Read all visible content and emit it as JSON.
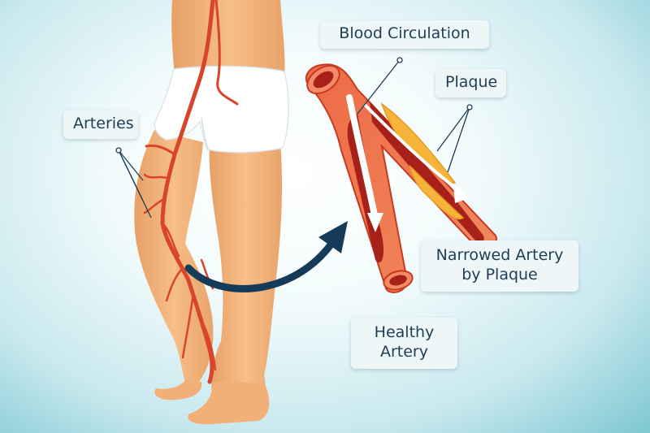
{
  "labels": {
    "blood_circulation": "Blood Circulation",
    "plaque": "Plaque",
    "arteries": "Arteries",
    "narrowed_artery": "Narrowed Artery by Plaque",
    "healthy_artery": "Healthy Artery"
  },
  "colors": {
    "skin": "#f2b37a",
    "skin_shadow": "#e39a5f",
    "artery": "#d8452c",
    "artery_dark": "#8e1b12",
    "plaque": "#f6b53a",
    "arrow": "#163b59",
    "label_bg": "#eef6f8",
    "label_text": "#1f3d55"
  }
}
